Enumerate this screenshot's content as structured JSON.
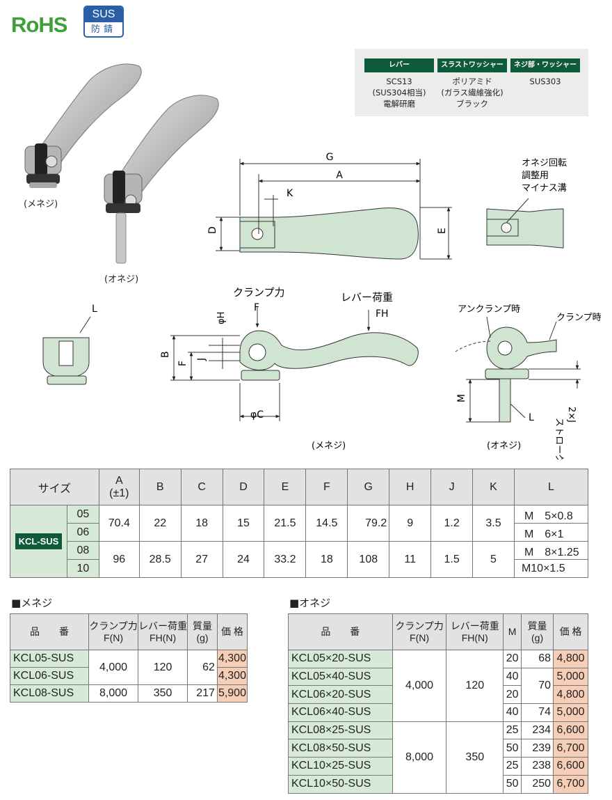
{
  "badges": {
    "rohs": "RoHS",
    "sus": "SUS",
    "sus_sub": "防錆"
  },
  "materials": [
    {
      "header": "レバー",
      "lines": [
        "SCS13",
        "(SUS304相当)",
        "電解研磨"
      ]
    },
    {
      "header": "スラストワッシャー",
      "lines": [
        "ポリアミド",
        "(ガラス繊維強化)",
        "ブラック"
      ]
    },
    {
      "header": "ネジ部・ワッシャー",
      "lines": [
        "SUS303"
      ]
    }
  ],
  "captions": {
    "photo_female": "(メネジ)",
    "photo_male": "(オネジ)",
    "drawing_female": "(メネジ)",
    "drawing_male": "(オネジ)",
    "slot_note": [
      "オネジ回転",
      "調整用",
      "マイナス溝"
    ],
    "clamp_force": "クランプ力",
    "lever_load": "レバー荷重",
    "unclamp": "アンクランプ時",
    "clamp": "クランプ時",
    "stroke": "ストローク",
    "stroke_val": "2×J"
  },
  "dims": {
    "G": "G",
    "A": "A",
    "K": "K",
    "D": "D",
    "E": "E",
    "L": "L",
    "F": "F",
    "FH": "FH",
    "phiH": "φH",
    "B": "B",
    "Fdim": "F",
    "J": "J",
    "phiC": "φC",
    "M": "M",
    "L2": "L",
    "L3": "L"
  },
  "size_table": {
    "headers": [
      "サイズ",
      "A",
      "(±1)",
      "B",
      "C",
      "D",
      "E",
      "F",
      "G",
      "H",
      "J",
      "K",
      "L"
    ],
    "series": "KCL-SUS",
    "sizes": [
      "05",
      "06",
      "08",
      "10"
    ],
    "rows": [
      {
        "A": "70.4",
        "B": "22",
        "C": "18",
        "D": "15",
        "E": "21.5",
        "F": "14.5",
        "G": "79.2",
        "H": "9",
        "J": "1.2",
        "K": "3.5"
      },
      {
        "A": "96",
        "B": "28.5",
        "C": "27",
        "D": "24",
        "E": "33.2",
        "F": "18",
        "G": "108",
        "H": "11",
        "J": "1.5",
        "K": "5"
      }
    ],
    "L": [
      "M　5×0.8",
      "M　6×1",
      "M　8×1.25",
      "M10×1.5"
    ]
  },
  "female_section": {
    "title": "■メネジ",
    "headers": {
      "pn": "品　　番",
      "cf1": "クランプ力",
      "cf2": "F(N)",
      "ll1": "レバー荷重",
      "ll2": "FH(N)",
      "w1": "質量",
      "w2": "(g)",
      "price": "価 格"
    },
    "rows": [
      {
        "pn": "KCL05-SUS",
        "price": "4,300"
      },
      {
        "pn": "KCL06-SUS",
        "price": "4,300"
      },
      {
        "pn": "KCL08-SUS",
        "price": "5,900"
      }
    ],
    "g1": {
      "force": "4,000",
      "load": "120",
      "mass": "62"
    },
    "g2": {
      "force": "8,000",
      "load": "350",
      "mass": "217"
    }
  },
  "male_section": {
    "title": "■オネジ",
    "headers": {
      "pn": "品　　番",
      "cf1": "クランプ力",
      "cf2": "F(N)",
      "ll1": "レバー荷重",
      "ll2": "FH(N)",
      "m": "M",
      "w1": "質量",
      "w2": "(g)",
      "price": "価 格"
    },
    "rows": [
      {
        "pn": "KCL05×20-SUS",
        "m": "20",
        "mass": "68",
        "price": "4,800"
      },
      {
        "pn": "KCL05×40-SUS",
        "m": "40",
        "mass": "70",
        "price": "5,000"
      },
      {
        "pn": "KCL06×20-SUS",
        "m": "20",
        "mass": "",
        "price": "4,800"
      },
      {
        "pn": "KCL06×40-SUS",
        "m": "40",
        "mass": "74",
        "price": "5,000"
      },
      {
        "pn": "KCL08×25-SUS",
        "m": "25",
        "mass": "234",
        "price": "6,600"
      },
      {
        "pn": "KCL08×50-SUS",
        "m": "50",
        "mass": "239",
        "price": "6,700"
      },
      {
        "pn": "KCL10×25-SUS",
        "m": "25",
        "mass": "238",
        "price": "6,600"
      },
      {
        "pn": "KCL10×50-SUS",
        "m": "50",
        "mass": "250",
        "price": "6,700"
      }
    ],
    "g1": {
      "force": "4,000",
      "load": "120"
    },
    "g2": {
      "force": "8,000",
      "load": "350"
    }
  },
  "colors": {
    "brand_green": "#0f5a3a",
    "part_green": "#cfe5d1",
    "price_bg": "#f6cdb7",
    "sus_blue": "#2a5fa8"
  }
}
